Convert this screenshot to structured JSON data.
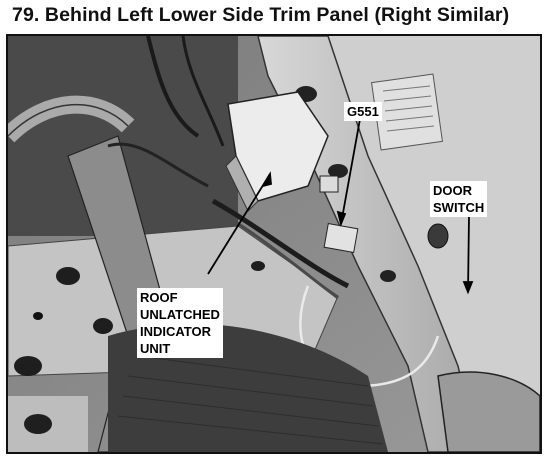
{
  "figure": {
    "title": "79. Behind Left Lower Side Trim Panel (Right Similar)"
  },
  "callouts": {
    "g551": "G551",
    "door_switch": "DOOR\nSWITCH",
    "roof_unit": "ROOF\nUNLATCHED\nINDICATOR\nUNIT"
  }
}
